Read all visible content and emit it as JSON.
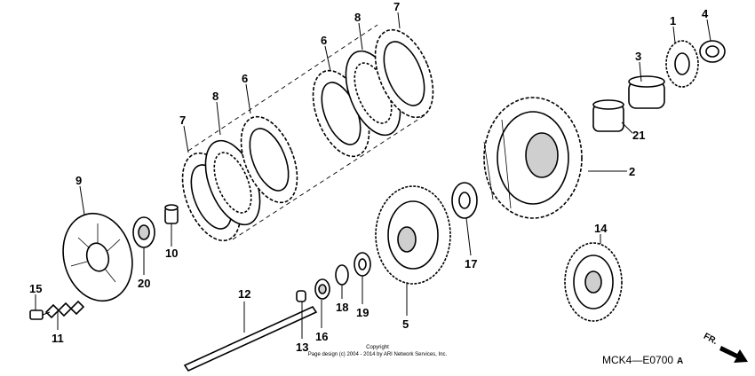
{
  "diagram": {
    "callouts": [
      {
        "id": "c1",
        "label": "1"
      },
      {
        "id": "c2",
        "label": "2"
      },
      {
        "id": "c3",
        "label": "3"
      },
      {
        "id": "c4",
        "label": "4"
      },
      {
        "id": "c5",
        "label": "5"
      },
      {
        "id": "c6a",
        "label": "6"
      },
      {
        "id": "c6b",
        "label": "6"
      },
      {
        "id": "c7a",
        "label": "7"
      },
      {
        "id": "c7b",
        "label": "7"
      },
      {
        "id": "c8a",
        "label": "8"
      },
      {
        "id": "c8b",
        "label": "8"
      },
      {
        "id": "c9",
        "label": "9"
      },
      {
        "id": "c10",
        "label": "10"
      },
      {
        "id": "c11",
        "label": "11"
      },
      {
        "id": "c12",
        "label": "12"
      },
      {
        "id": "c13",
        "label": "13"
      },
      {
        "id": "c14",
        "label": "14"
      },
      {
        "id": "c15",
        "label": "15"
      },
      {
        "id": "c16",
        "label": "16"
      },
      {
        "id": "c17",
        "label": "17"
      },
      {
        "id": "c18",
        "label": "18"
      },
      {
        "id": "c19",
        "label": "19"
      },
      {
        "id": "c20",
        "label": "20"
      },
      {
        "id": "c21",
        "label": "21"
      }
    ],
    "copyright_line1": "Copyright",
    "copyright_line2": "Page design (c) 2004 - 2014 by ARI Network Services, Inc.",
    "diagram_code": "MCK4—E0700",
    "diagram_code_suffix": "A",
    "direction_label": "FR."
  }
}
